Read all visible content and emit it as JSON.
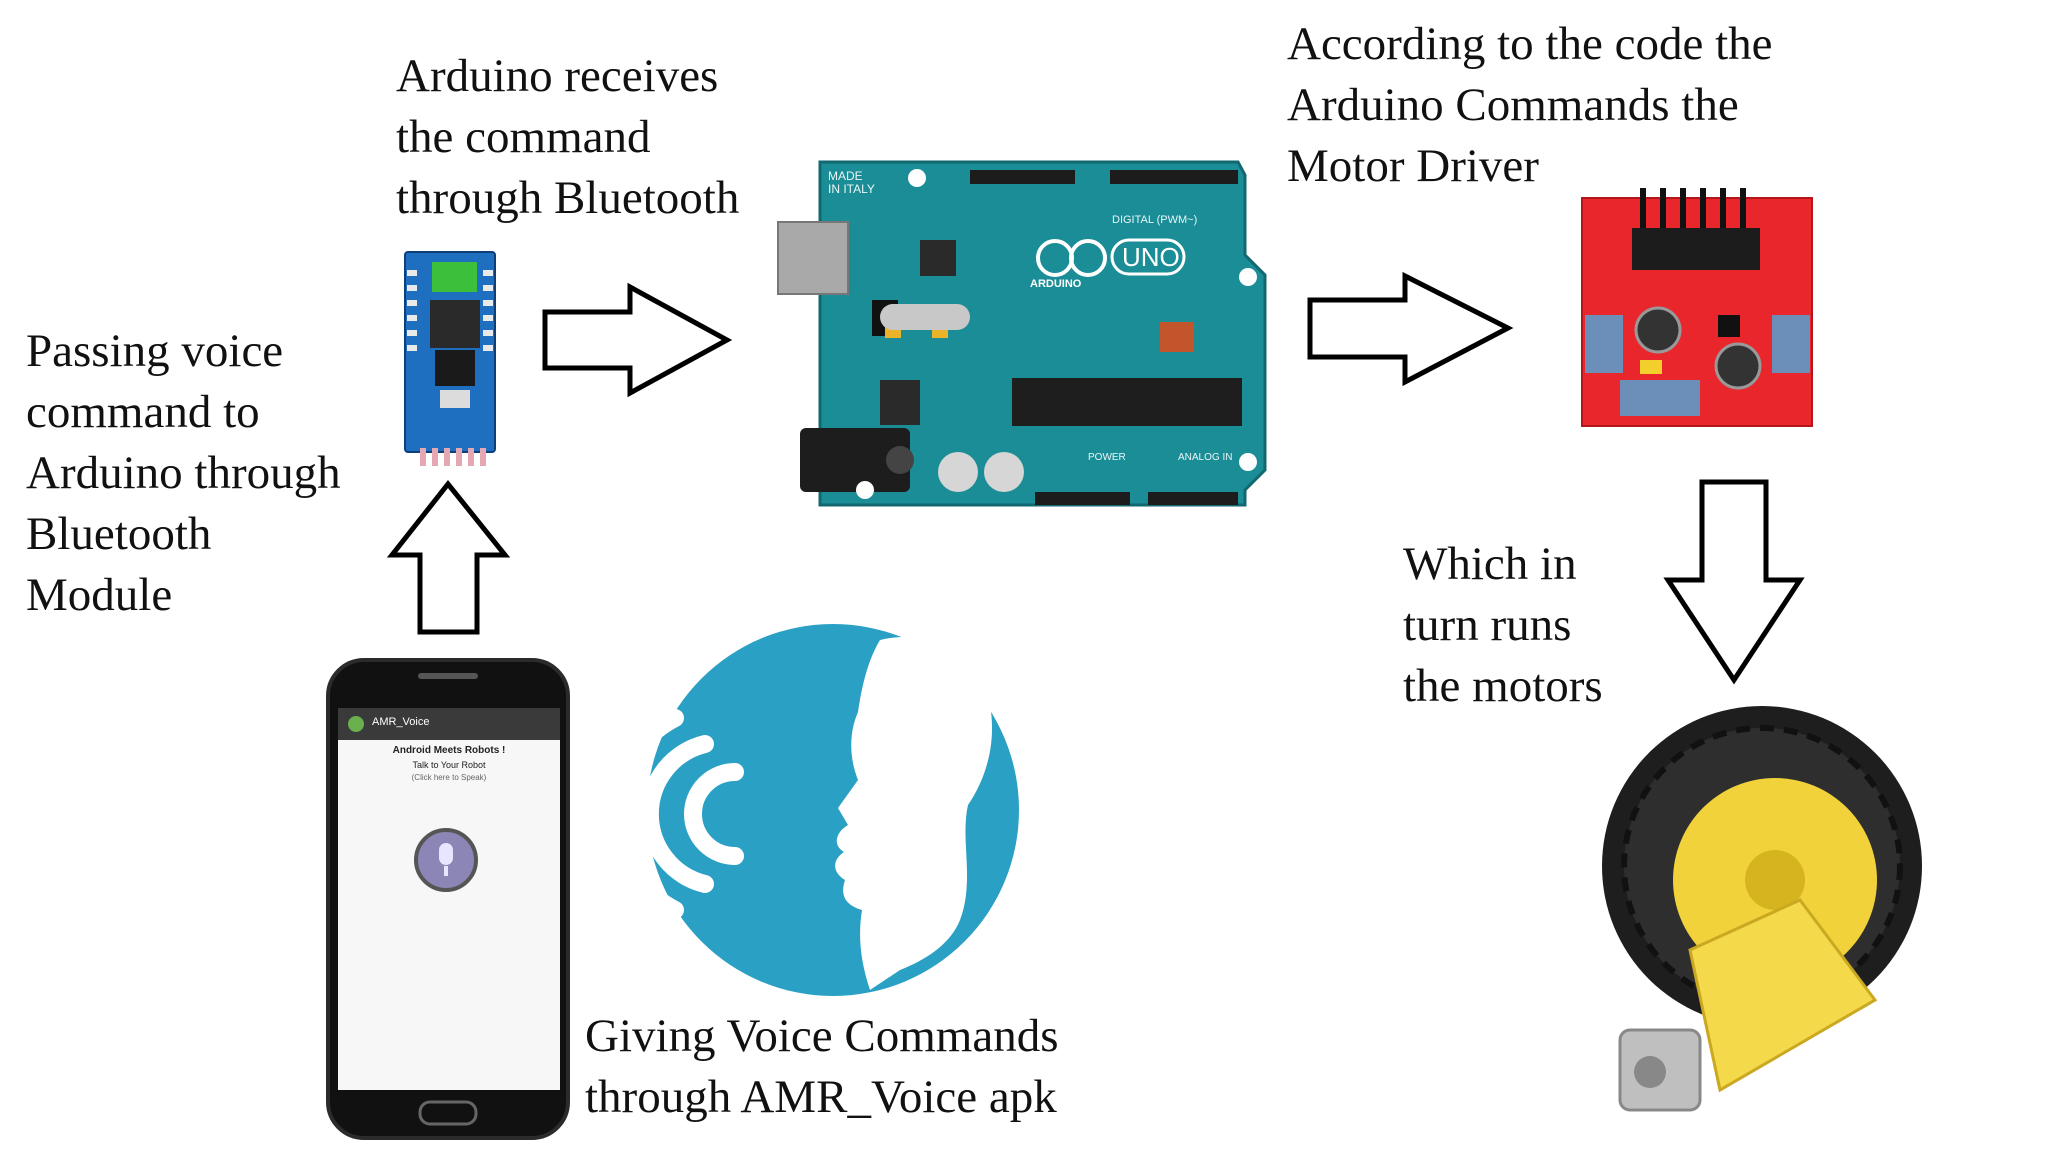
{
  "captions": {
    "bluetooth_receive": [
      "Arduino receives",
      "the command",
      "through Bluetooth"
    ],
    "motor_driver_command": [
      "According to the code the",
      "Arduino Commands the",
      "Motor Driver"
    ],
    "passing_voice": [
      "Passing voice",
      "command to",
      "Arduino through",
      "Bluetooth",
      "Module"
    ],
    "runs_motors": [
      "Which in",
      "turn runs",
      "the motors"
    ],
    "giving_voice": [
      "Giving Voice Commands",
      "through AMR_Voice apk"
    ]
  },
  "arduino_board": {
    "made_in": [
      "MADE",
      "IN ITALY"
    ],
    "model": "UNO",
    "brand": "ARDUINO",
    "digital_header": "DIGITAL (PWM~)",
    "power_header": "POWER",
    "analog_header": "ANALOG IN"
  },
  "phone_app": {
    "app_title": "AMR_Voice",
    "heading": "Android Meets Robots !",
    "subheading": "Talk to Your Robot",
    "hint": "(Click here to Speak)"
  },
  "colors": {
    "arduino_teal": "#1b8d96",
    "motor_driver_red": "#e8262b",
    "speech_icon_blue": "#2aa0c4",
    "bluetooth_module_blue": "#1f6fc1",
    "wheel_yellow": "#f2d23a"
  }
}
